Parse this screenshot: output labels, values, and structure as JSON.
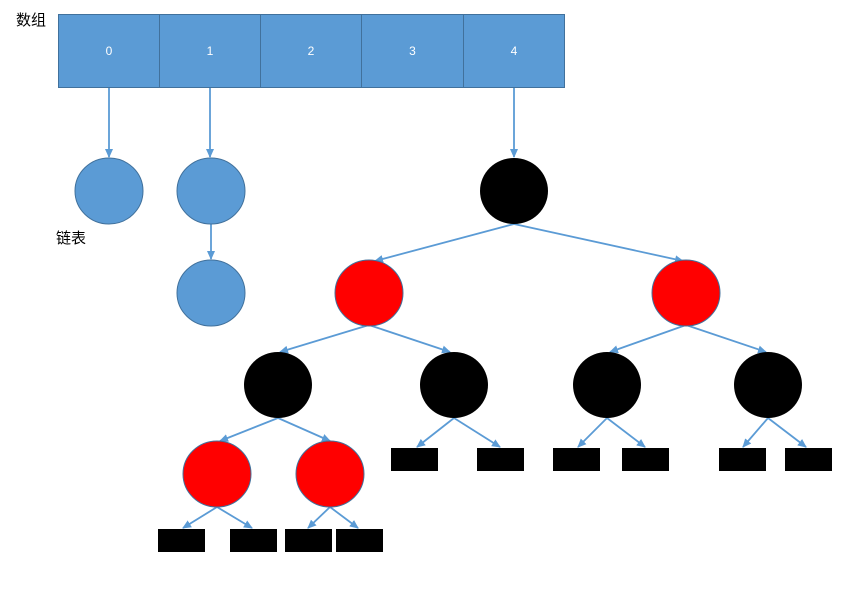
{
  "labels": {
    "array": "数组",
    "linked_list": "链表"
  },
  "array": {
    "cells": [
      "0",
      "1",
      "2",
      "3",
      "4"
    ]
  },
  "colors": {
    "array_fill": "#5b9bd5",
    "array_border": "#41719c",
    "list_node": "#5b9bd5",
    "arrow": "#5b9bd5",
    "red_node": "#ff0000",
    "black_node": "#000000",
    "nil_leaf": "#000000"
  },
  "linked_lists": [
    {
      "from_cell": "0",
      "nodes": 1
    },
    {
      "from_cell": "1",
      "nodes": 2
    }
  ],
  "red_black_tree": {
    "from_cell": "4",
    "root": {
      "color": "black",
      "children": [
        {
          "color": "red",
          "children": [
            {
              "color": "black",
              "children": [
                {
                  "color": "red",
                  "children": [
                    "nil",
                    "nil"
                  ]
                },
                {
                  "color": "red",
                  "children": [
                    "nil",
                    "nil"
                  ]
                }
              ]
            },
            {
              "color": "black",
              "children": [
                "nil",
                "nil"
              ]
            }
          ]
        },
        {
          "color": "red",
          "children": [
            {
              "color": "black",
              "children": [
                "nil",
                "nil"
              ]
            },
            {
              "color": "black",
              "children": [
                "nil",
                "nil"
              ]
            }
          ]
        }
      ]
    }
  }
}
